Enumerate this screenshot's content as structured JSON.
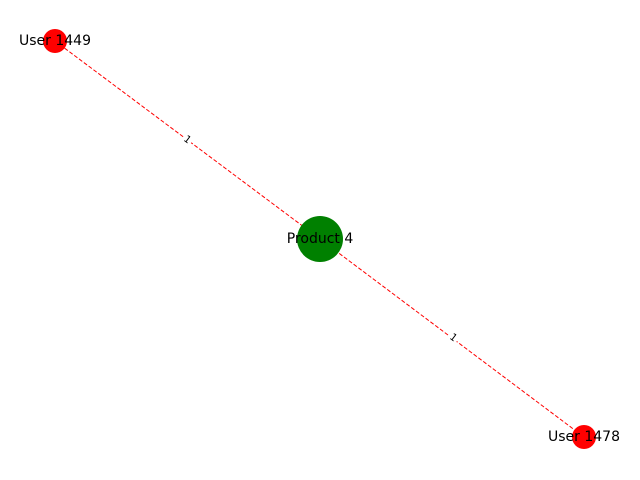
{
  "graph": {
    "colors": {
      "product_node": "#008000",
      "user_node": "#ff0000",
      "edge": "#ff0000",
      "background": "#ffffff"
    },
    "nodes": [
      {
        "id": "user-1449",
        "label": "User 1449",
        "kind": "user"
      },
      {
        "id": "product-4",
        "label": "Product 4",
        "kind": "product"
      },
      {
        "id": "user-1478",
        "label": "User 1478",
        "kind": "user"
      }
    ],
    "edges": [
      {
        "source": "user-1449",
        "target": "product-4",
        "weight": "1",
        "style": "dashed"
      },
      {
        "source": "product-4",
        "target": "user-1478",
        "weight": "1",
        "style": "dashed"
      }
    ]
  }
}
